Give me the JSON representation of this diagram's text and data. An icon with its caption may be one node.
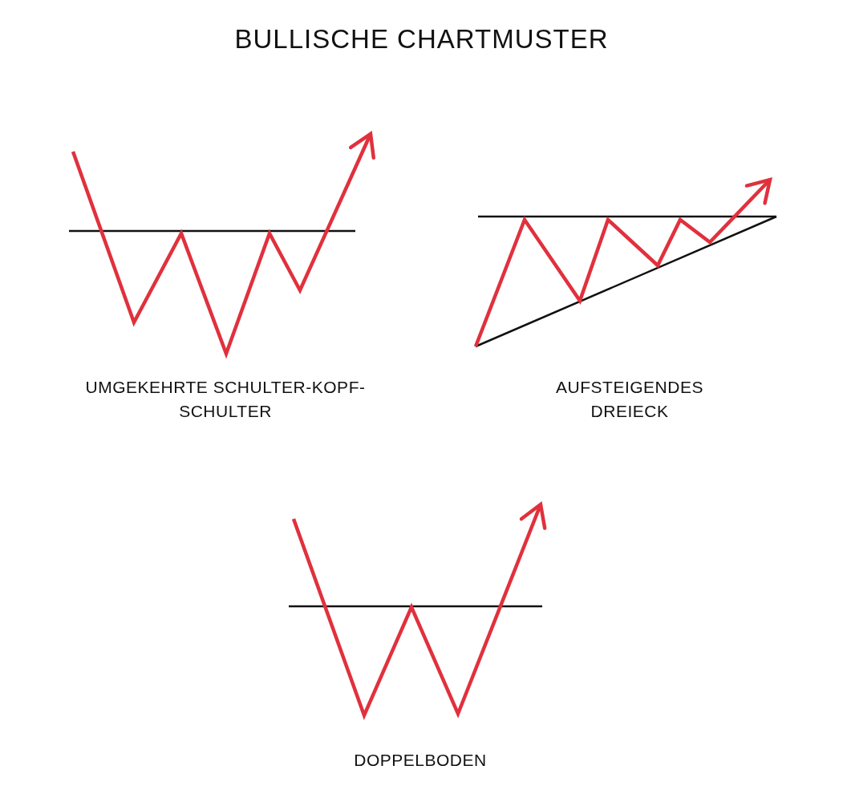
{
  "diagram": {
    "title": "BULLISCHE CHARTMUSTER",
    "labels": [
      "UMGEKEHRTE SCHULTER-KOPF-SCHULTER",
      "AUFSTEIGENDES DREIECK",
      "DOPPELBODEN"
    ]
  }
}
